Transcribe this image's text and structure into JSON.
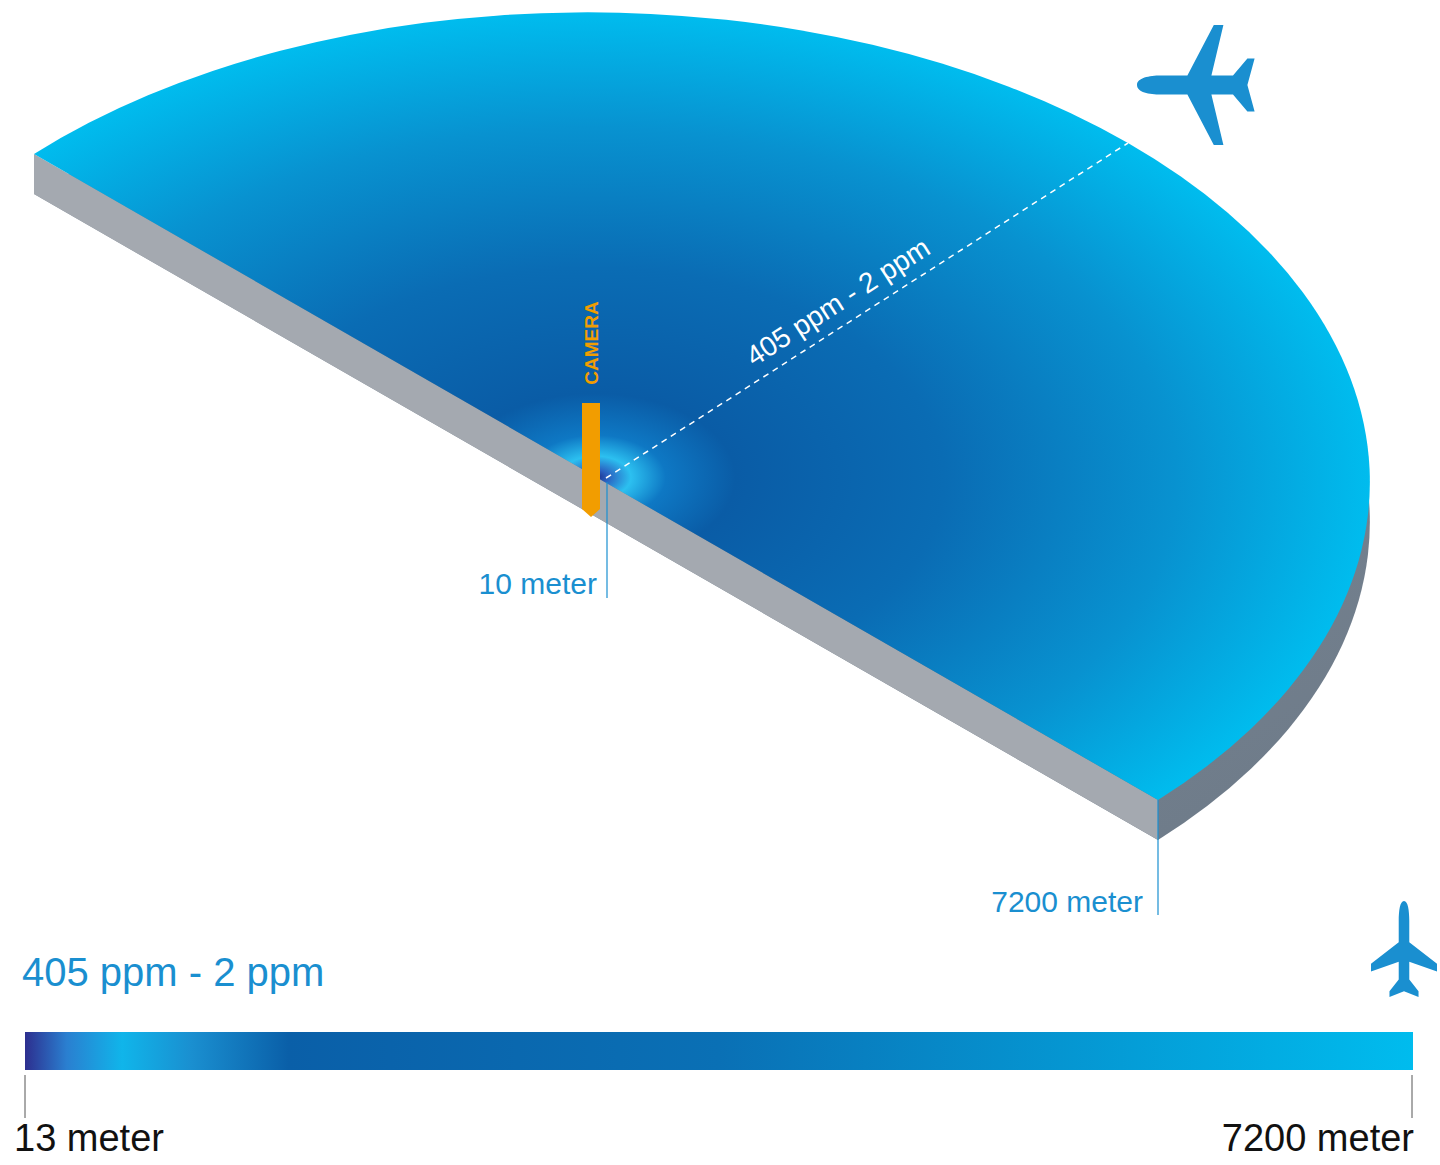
{
  "diagram": {
    "nodes": [
      {
        "text": [
          "CAMERA"
        ]
      }
    ],
    "labels": [
      "405 ppm - 2 ppm",
      "10 meter",
      "7200 meter",
      "405 ppm - 2 ppm",
      "13 meter",
      "7200 meter"
    ]
  }
}
